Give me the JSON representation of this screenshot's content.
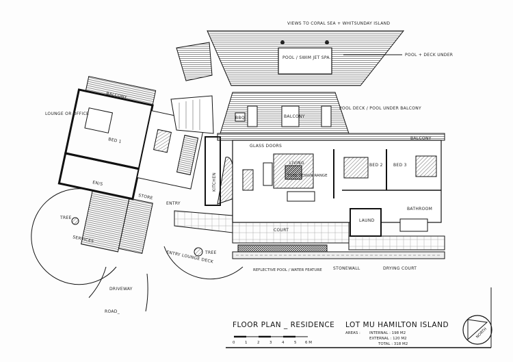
{
  "plan": {
    "views_note": "VIEWS TO CORAL SEA + WHITSUNDAY ISLAND",
    "pool_label": "POOL / SWIM JET SPA.",
    "pool_deck_under": "POOL + DECK UNDER",
    "pool_deck_under_balcony": "POOL DECK / POOL UNDER BALCONY",
    "balcony_center": "BALCONY",
    "bbq": "BBQ",
    "balcony_left": "BALCONY",
    "lounge_office": "LOUNGE OR OFFICE",
    "bed1": "BED 1",
    "ensuite": "EN/S",
    "store": "STORE",
    "entry": "ENTRY",
    "kitchen": "KITCHEN",
    "tree_left": "TREE",
    "services": "SERVICES",
    "entry_deck": "ENTRY LOUNGE DECK",
    "tree_right": "TREE",
    "driveway": "DRIVEWAY",
    "road": "ROAD_",
    "glass_doors": "GLASS DOORS",
    "living": "LIVING",
    "fireplace": "TUBE DESIGN RANGE",
    "bed2": "BED 2",
    "bed3": "BED 3",
    "balcony_right": "BALCONY",
    "bathroom": "BATHROOM",
    "laund": "LAUND",
    "court": "COURT",
    "reflective_pool": "REFLECTIVE POOL / WATER FEATURE",
    "stonewall": "STONEWALL",
    "drying_court": "DRYING COURT"
  },
  "title_block": {
    "title": "FLOOR  PLAN _ RESIDENCE",
    "lot": "LOT MU HAMILTON ISLAND",
    "areas_label": "AREAS :",
    "internal": "INTERNAL :  198 M2",
    "external": "EXTERNAL :  120 M2",
    "total": "TOTAL :  318 M2",
    "scale_ticks": [
      "0",
      "1",
      "2",
      "3",
      "4",
      "5",
      "6 M"
    ],
    "north": "NORTH"
  }
}
